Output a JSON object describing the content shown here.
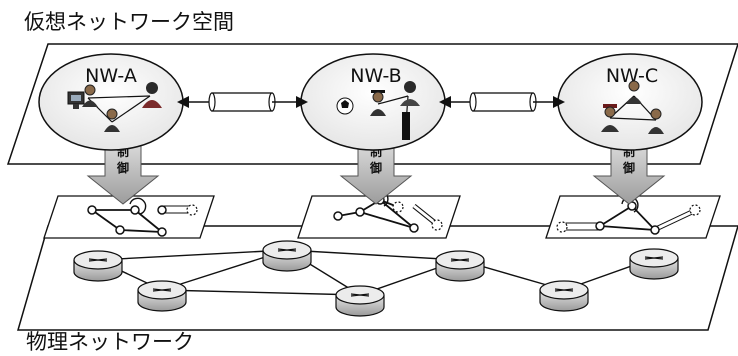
{
  "headings": {
    "virtual": "仮想ネットワーク空間",
    "physical": "物理ネットワーク"
  },
  "networks": [
    {
      "label": "NW-A"
    },
    {
      "label": "NW-B"
    },
    {
      "label": "NW-C"
    }
  ],
  "control_label": [
    "制",
    "御"
  ],
  "icons": {
    "network_node": "person-icon",
    "link_pipe": "tunnel-pipe-icon",
    "router": "router-icon"
  },
  "colors": {
    "line": "#111111",
    "plane_fill": "#ffffff",
    "router_fill": "#cfcfcf",
    "arrow_fill": "#c9c9c9"
  }
}
